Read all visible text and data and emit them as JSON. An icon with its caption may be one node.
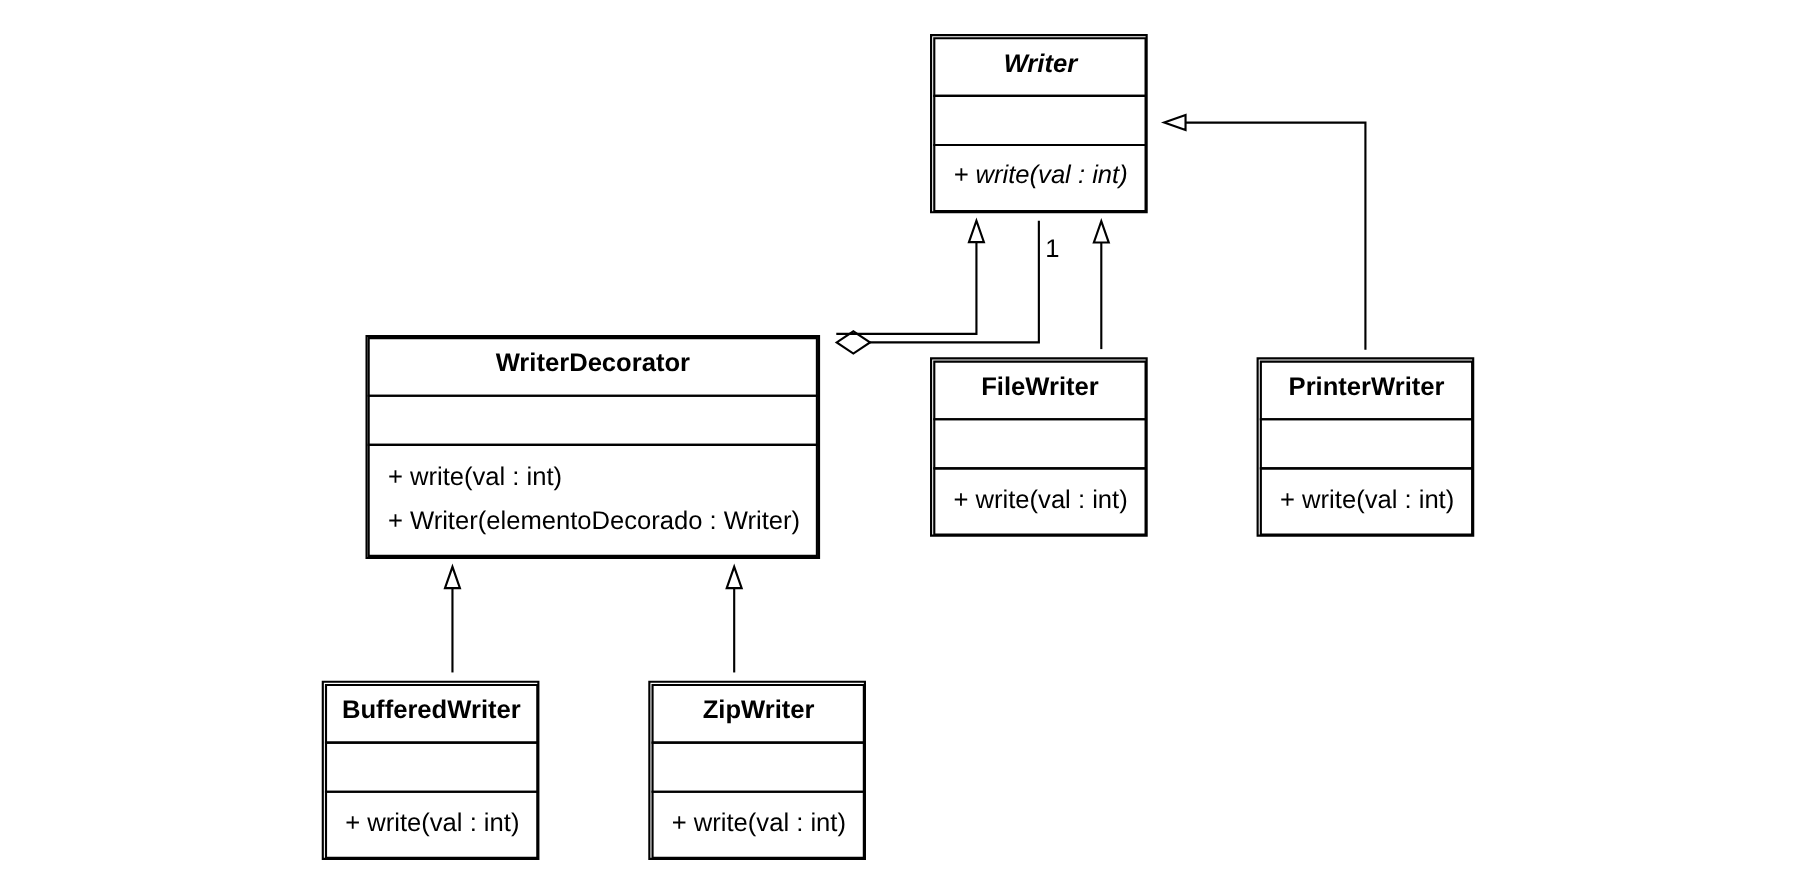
{
  "diagram": {
    "nodes": [
      {
        "text": [
          "Writer",
          "+ write(val : int)"
        ]
      },
      {
        "text": [
          "FileWriter",
          "+ write(val : int)"
        ]
      },
      {
        "text": [
          "PrinterWriter",
          "+ write(val : int)"
        ]
      },
      {
        "text": [
          "WriterDecorator",
          "+ write(val : int)",
          "+ Writer(elementoDecorado : Writer)"
        ]
      },
      {
        "text": [
          "BufferedWriter",
          "+ write(val : int)"
        ]
      },
      {
        "text": [
          "ZipWriter",
          "+ write(val : int)"
        ]
      }
    ],
    "edges": [
      {
        "from": 1,
        "to": 0,
        "arrow": "to"
      },
      {
        "from": 2,
        "to": 0,
        "arrow": "to"
      },
      {
        "from": 3,
        "to": 0,
        "arrow": "to"
      },
      {
        "from": 0,
        "to": 3,
        "arrow": "other",
        "label": "1"
      },
      {
        "from": 4,
        "to": 3,
        "arrow": "to"
      },
      {
        "from": 5,
        "to": 3,
        "arrow": "to"
      }
    ]
  }
}
